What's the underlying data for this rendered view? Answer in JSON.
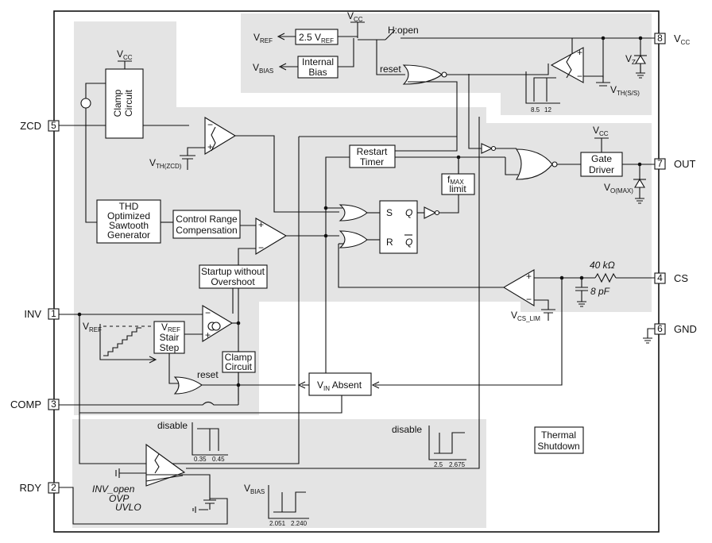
{
  "pins": {
    "zcd": {
      "num": "5",
      "label": "ZCD"
    },
    "inv": {
      "num": "1",
      "label": "INV"
    },
    "comp": {
      "num": "3",
      "label": "COMP"
    },
    "rdy": {
      "num": "2",
      "label": "RDY"
    },
    "vcc": {
      "num": "8",
      "label": "V",
      "sub": "CC"
    },
    "out": {
      "num": "7",
      "label": "OUT"
    },
    "cs": {
      "num": "4",
      "label": "CS"
    },
    "gnd": {
      "num": "6",
      "label": "GND"
    }
  },
  "blocks": {
    "vref_25": {
      "pre": "2.5 V",
      "sub": "REF"
    },
    "internal_bias": {
      "line1": "Internal",
      "line2": "Bias"
    },
    "clamp_top": {
      "line1": "Clamp",
      "line2": "Circuit"
    },
    "restart_timer": {
      "line1": "Restart",
      "line2": "Timer"
    },
    "fmax_limit": {
      "pre": "f",
      "sub": "MAX",
      "line2": "limit"
    },
    "gate_driver": {
      "line1": "Gate",
      "line2": "Driver"
    },
    "thd": {
      "line1": "THD",
      "line2": "Optimized",
      "line3": "Sawtooth",
      "line4": "Generator"
    },
    "control_range": {
      "line1": "Control Range",
      "line2": "Compensation"
    },
    "startup": {
      "line1": "Startup without",
      "line2": "Overshoot"
    },
    "vref_stair": {
      "line1": "V",
      "sub": "REF",
      "line2": "Stair",
      "line3": "Step"
    },
    "clamp_mid": {
      "line1": "Clamp",
      "line2": "Circuit"
    },
    "vin_absent": {
      "pre": "V",
      "sub": "IN",
      "post": " Absent"
    },
    "thermal": {
      "line1": "Thermal",
      "line2": "Shutdown"
    }
  },
  "labels": {
    "vcc": "V",
    "vcc_sub": "CC",
    "vref": "V",
    "vref_sub": "REF",
    "vbias": "V",
    "vbias_sub": "BIAS",
    "h_open": "H:open",
    "reset": "reset",
    "vz": "V",
    "vz_sub": "Z",
    "vth_ss": "V",
    "vth_ss_sub": "TH(S/S)",
    "vth_zcd": "V",
    "vth_zcd_sub": "TH(ZCD)",
    "vo_max": "V",
    "vo_max_sub": "O(MAX)",
    "vcs_lim": "V",
    "vcs_lim_sub": "CS_LIM",
    "resistor": "40 kΩ",
    "capacitor": "8 pF",
    "ff_s": "S",
    "ff_r": "R",
    "ff_q": "Q",
    "ff_qbar": "Q",
    "disable": "disable",
    "inv_open": "INV_open",
    "ovp": "OVP",
    "uvlo": "UVLO"
  },
  "hysteresis": {
    "ss": {
      "lo": "8.5",
      "hi": "12"
    },
    "zcd": {
      "lo": "0.35",
      "hi": "0.45"
    },
    "cs": {
      "lo": "2.5",
      "hi": "2.675"
    },
    "rdy": {
      "lo": "2.051",
      "hi": "2.240"
    }
  }
}
